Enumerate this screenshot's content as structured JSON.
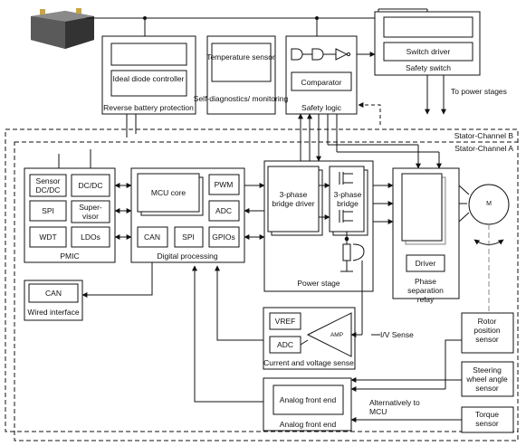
{
  "blocks": {
    "ideal_diode": "Ideal diode controller",
    "reverse_battery": "Reverse battery protection",
    "temp_sensor": "Temperature sensor",
    "self_diag": "Self-diagnostics/ monitoring",
    "comparator": "Comparator",
    "safety_logic": "Safety logic",
    "switch_driver": "Switch driver",
    "safety_switch": "Safety switch",
    "to_power": "To power stages",
    "channel_b": "Stator-Channel B",
    "channel_a": "Stator-Channel A",
    "sensor_dcdc": "Sensor DC/DC",
    "dcdc": "DC/DC",
    "spi_pmic": "SPI",
    "supervisor": "Super- visor",
    "wdt": "WDT",
    "ldos": "LDOs",
    "pmic": "PMIC",
    "mcu_core": "MCU core",
    "pwm": "PWM",
    "adc_mcu": "ADC",
    "can_mcu": "CAN",
    "spi_mcu": "SPI",
    "gpios": "GPIOs",
    "digital_processing": "Digital processing",
    "bridge_driver": "3-phase bridge driver",
    "bridge": "3-phase bridge",
    "power_stage": "Power stage",
    "driver": "Driver",
    "phase_relay": "Phase separation relay",
    "motor": "M",
    "can_wired": "CAN",
    "wired_interface": "Wired interface",
    "vref": "VREF",
    "adc_sense": "ADC",
    "amp": "AMP",
    "current_voltage": "Current and voltage sense",
    "iv_sense": "I/V Sense",
    "rotor_sensor": "Rotor position sensor",
    "steering_sensor": "Steering wheel angle sensor",
    "torque_sensor": "Torque sensor",
    "afe_inner": "Analog front end",
    "afe_outer": "Analog front end",
    "alt_mcu": "Alternatively to MCU"
  },
  "colors": {
    "line": "#111111",
    "shadow": "#d8d8d8",
    "dash_gray": "#555555",
    "relay_inner": "#f2f2f2"
  }
}
